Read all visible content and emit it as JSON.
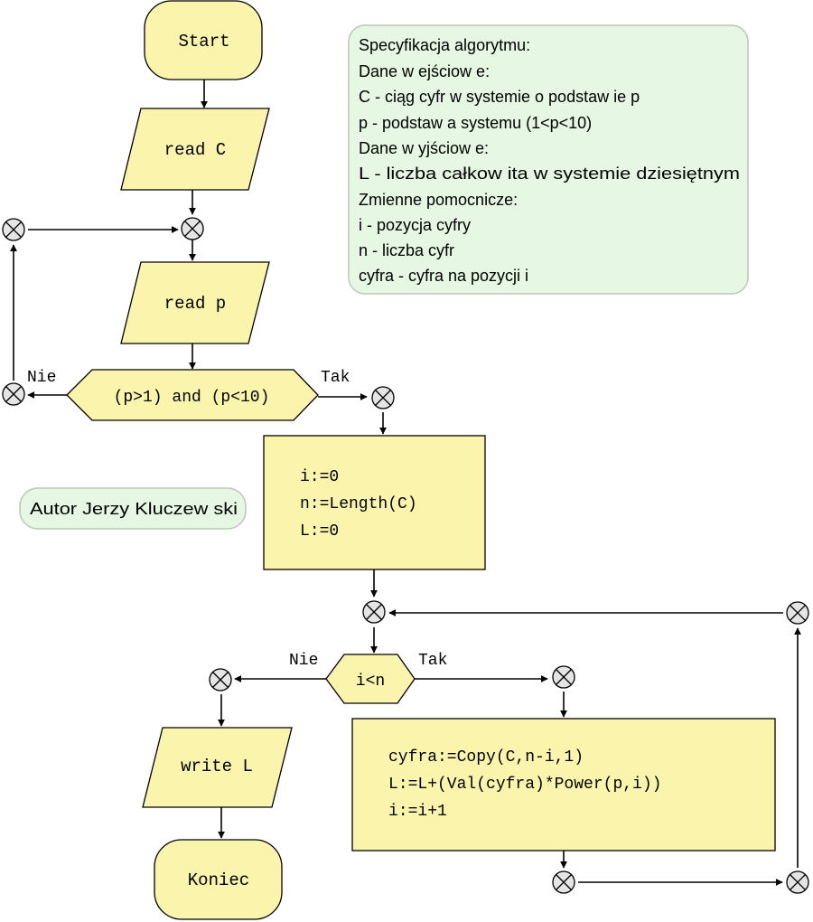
{
  "nodes": {
    "start": "Start",
    "read_c": "read C",
    "read_p": "read p",
    "cond_p": "(p>1) and (p<10)",
    "init": [
      "i:=0",
      "n:=Length(C)",
      "L:=0"
    ],
    "cond_i": "i<n",
    "body": [
      "cyfra:=Copy(C,n-i,1)",
      "L:=L+(Val(cyfra)*Power(p,i))",
      "i:=i+1"
    ],
    "write_l": "write L",
    "end": "Koniec"
  },
  "branch_labels": {
    "cond_p_no": "Nie",
    "cond_p_yes": "Tak",
    "cond_i_no": "Nie",
    "cond_i_yes": "Tak"
  },
  "spec_note": [
    "Specyfikacja algorytmu:",
    "Dane w ejściow e:",
    "C - ciąg cyfr w  systemie o podstaw ie p",
    "p - podstaw a systemu (1<p<10)",
    "Dane w yjściow e:",
    "L - liczba całkow ita w  systemie dziesiętnym",
    "Zmienne pomocnicze:",
    "i - pozycja cyfry",
    "n - liczba cyfr",
    "cyfra - cyfra na pozycji i"
  ],
  "author_note": "Autor Jerzy Kluczew ski",
  "colors": {
    "node_fill": "#fbf4ad",
    "note_fill": "#e6f8e3",
    "connector_fill": "#e5e5e5"
  }
}
